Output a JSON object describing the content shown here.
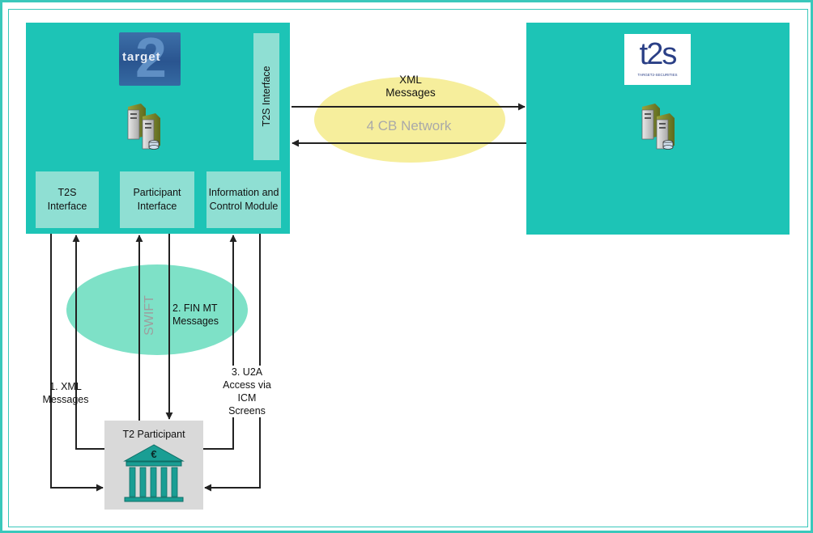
{
  "logos": {
    "target2": "target",
    "target2_numeral": "2",
    "t2s": "t2s",
    "t2s_tagline": "TARGET2-SECURITIES"
  },
  "target2_block": {
    "t2s_interface_vertical": "T2S Interface",
    "modules": [
      {
        "label": "T2S Interface"
      },
      {
        "label": "Participant Interface"
      },
      {
        "label": "Information and Control Module"
      }
    ]
  },
  "network": {
    "xml_messages": "XML Messages",
    "cb_network": "4 CB Network"
  },
  "swift": {
    "label": "SWIFT",
    "fin_mt": "2. FIN MT Messages"
  },
  "flows": {
    "xml_messages": "1. XML Messages",
    "u2a": "3. U2A Access via ICM Screens"
  },
  "participant": {
    "label": "T2 Participant",
    "currency_symbol": "€"
  },
  "colors": {
    "teal": "#1dc4b6",
    "light_teal": "#8fdfd3",
    "swift_ellipse": "#7ee1c7",
    "network_ellipse": "#f6ee9c",
    "participant_box": "#d9d9d9",
    "bank_icon": "#1a9e94",
    "arrow": "#222222"
  },
  "icons": [
    "server-icon",
    "bank-building-icon"
  ]
}
